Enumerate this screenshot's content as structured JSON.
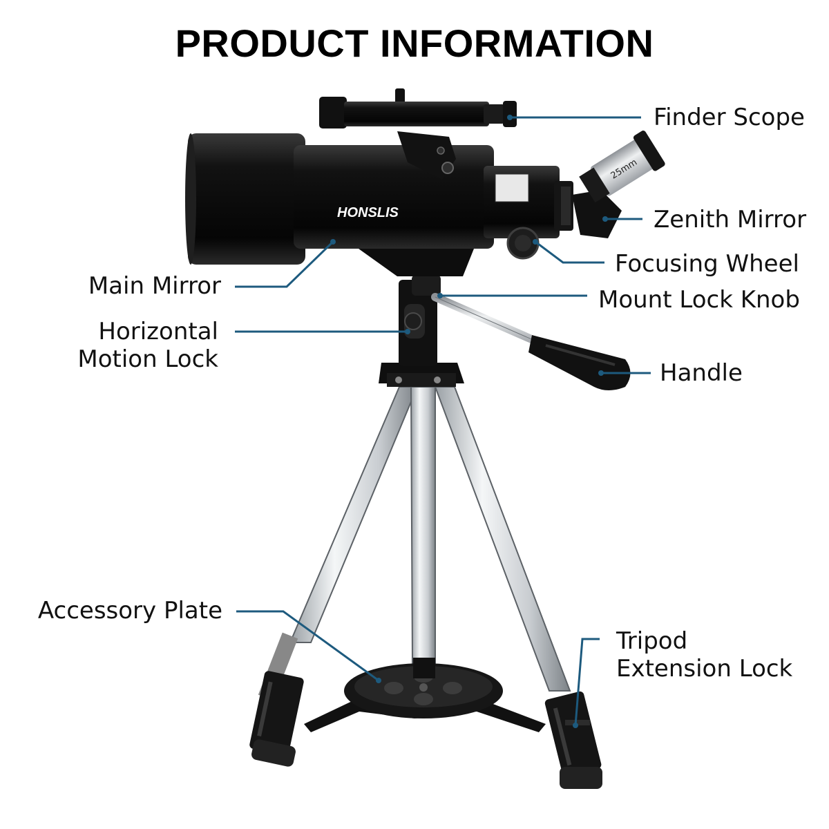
{
  "title": "PRODUCT INFORMATION",
  "brand": "HONSLIS",
  "eyepiece_marking": "25mm",
  "colors": {
    "leader": "#1d5a7e",
    "body": "#0d0d0d",
    "leg": "#d9dde0"
  },
  "labels": {
    "finder_scope": "Finder Scope",
    "zenith_mirror": "Zenith Mirror",
    "focusing_wheel": "Focusing Wheel",
    "mount_lock_knob": "Mount Lock Knob",
    "handle": "Handle",
    "main_mirror": "Main Mirror",
    "horizontal_motion_lock_1": "Horizontal",
    "horizontal_motion_lock_2": "Motion Lock",
    "accessory_plate": "Accessory Plate",
    "tripod_extension_lock_1": "Tripod",
    "tripod_extension_lock_2": "Extension Lock"
  }
}
